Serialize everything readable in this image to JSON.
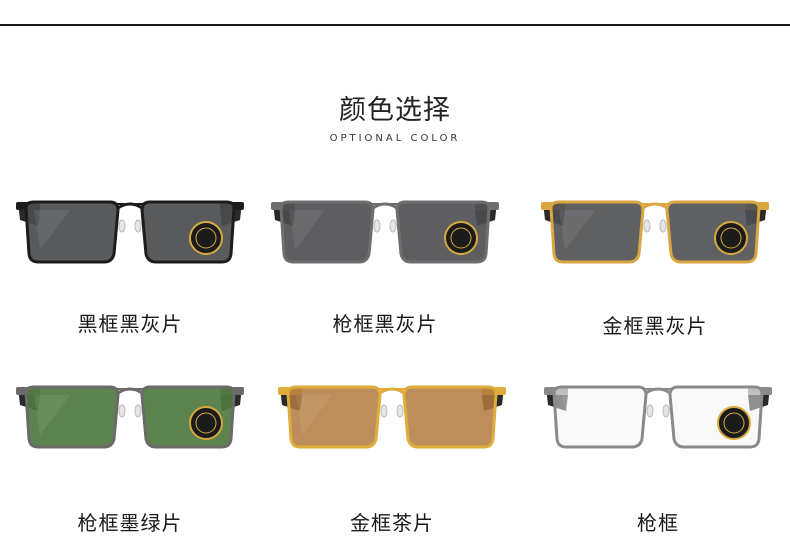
{
  "header": {
    "title": "颜色选择",
    "subtitle": "OPTIONAL COLOR"
  },
  "products": [
    {
      "label": "黑框黑灰片",
      "frame": "#1c1c1c",
      "lens": "#4a4c4e",
      "lensOpacity": 0.92,
      "badge": true
    },
    {
      "label": "枪框黑灰片",
      "frame": "#6e6e70",
      "lens": "#4c4d4f",
      "lensOpacity": 0.9,
      "badge": true
    },
    {
      "label": "金框黑灰片",
      "frame": "#d9a640",
      "lens": "#4e4f50",
      "lensOpacity": 0.9,
      "badge": true
    },
    {
      "label": "枪框墨绿片",
      "frame": "#6a6a6a",
      "lens": "#4f7a3f",
      "lensOpacity": 0.92,
      "badge": true
    },
    {
      "label": "金框茶片",
      "frame": "#dfae3a",
      "lens": "#b27a3e",
      "lensOpacity": 0.85,
      "badge": false
    },
    {
      "label": "枪框",
      "frame": "#8a8a8a",
      "lens": "#f4f4f4",
      "lensOpacity": 0.5,
      "badge": true
    }
  ]
}
